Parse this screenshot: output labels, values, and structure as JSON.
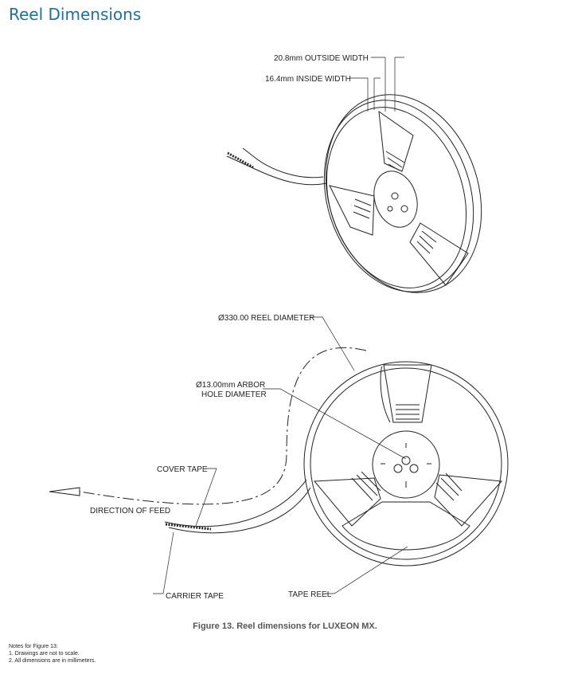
{
  "title": "Reel Dimensions",
  "labels": {
    "outside_width": "20.8mm OUTSIDE WIDTH",
    "inside_width": "16.4mm INSIDE WIDTH",
    "reel_diameter": "Ø330.00 REEL DIAMETER",
    "arbor_line1": "Ø13.00mm ARBOR",
    "arbor_line2": "HOLE DIAMETER",
    "cover_tape": "COVER TAPE",
    "direction_of_feed": "DIRECTION OF FEED",
    "carrier_tape": "CARRIER TAPE",
    "tape_reel": "TAPE REEL"
  },
  "caption": "Figure 13. Reel dimensions for LUXEON MX.",
  "notes": {
    "heading": "Notes for Figure 13:",
    "items": [
      "1.  Drawings are not to scale.",
      "2.  All dimensions are in millimeters."
    ]
  }
}
